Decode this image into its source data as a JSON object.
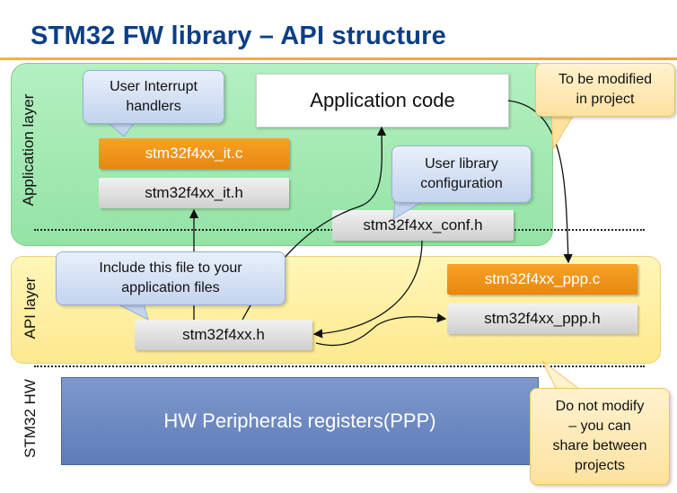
{
  "title": "STM32 FW library – API structure",
  "layers": {
    "application": "Application layer",
    "api": "API layer",
    "hw": "STM32 HW"
  },
  "application_code": "Application code",
  "files": {
    "it_c": "stm32f4xx_it.c",
    "it_h": "stm32f4xx_it.h",
    "conf_h": "stm32f4xx_conf.h",
    "ppp_c": "stm32f4xx_ppp.c",
    "ppp_h": "stm32f4xx_ppp.h",
    "main_h": "stm32f4xx.h"
  },
  "hw_peripherals": "HW Peripherals registers(PPP)",
  "callouts": {
    "user_interrupt": "User Interrupt\nhandlers",
    "user_library": "User library\nconfiguration",
    "include_file": "Include this file to your\napplication files",
    "to_be_modified": "To be modified\nin project",
    "do_not_modify": "Do not modify\n– you can\nshare between\nprojects"
  },
  "colors": {
    "title": "#0d3f86",
    "application_layer": "#a4ebb3",
    "api_layer": "#fdf0a4",
    "hw_block": "#6f8bc3",
    "modifiable_file": "#f29a1f",
    "shared_file": "#dedede"
  }
}
